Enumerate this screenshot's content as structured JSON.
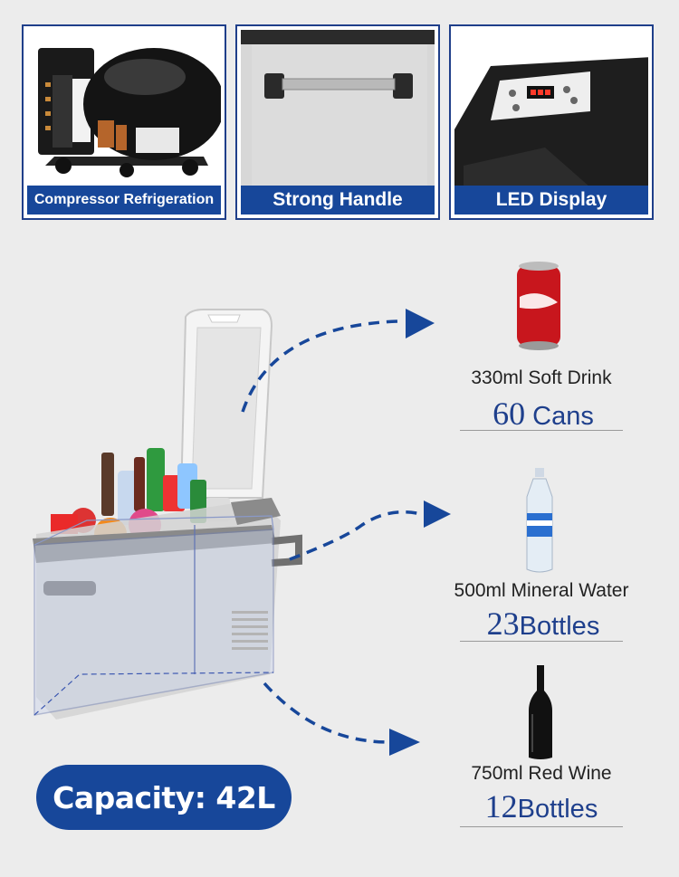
{
  "features": [
    {
      "caption": "Compressor Refrigeration"
    },
    {
      "caption": "Strong Handle"
    },
    {
      "caption": "LED Display"
    }
  ],
  "items": [
    {
      "label": "330ml Soft Drink",
      "count": "60",
      "unit": "Cans"
    },
    {
      "label": "500ml Mineral Water",
      "count": "23",
      "unit": "Bottles"
    },
    {
      "label": "750ml Red Wine",
      "count": "12",
      "unit": "Bottles"
    }
  ],
  "capacity": "Capacity: 42L",
  "colors": {
    "brand_blue": "#17479a",
    "count_blue": "#1e3f8c",
    "background": "#ececec"
  }
}
